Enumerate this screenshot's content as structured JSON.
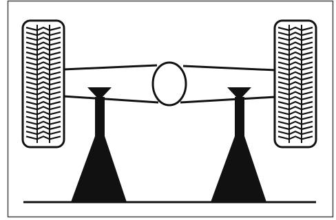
{
  "illustration": {
    "subject": "axle-on-jack-stands",
    "parts": [
      {
        "name": "left-wheel-tire",
        "icon": "tire-tread-icon"
      },
      {
        "name": "right-wheel-tire",
        "icon": "tire-tread-icon"
      },
      {
        "name": "axle-beam",
        "icon": "axle-icon"
      },
      {
        "name": "differential-housing",
        "icon": "differential-icon"
      },
      {
        "name": "left-jack-stand",
        "icon": "jack-stand-icon"
      },
      {
        "name": "right-jack-stand",
        "icon": "jack-stand-icon"
      },
      {
        "name": "ground-line",
        "icon": "ground-icon"
      }
    ],
    "colors": {
      "ink": "#111111",
      "paper": "#ffffff",
      "frame": "#444444"
    }
  }
}
